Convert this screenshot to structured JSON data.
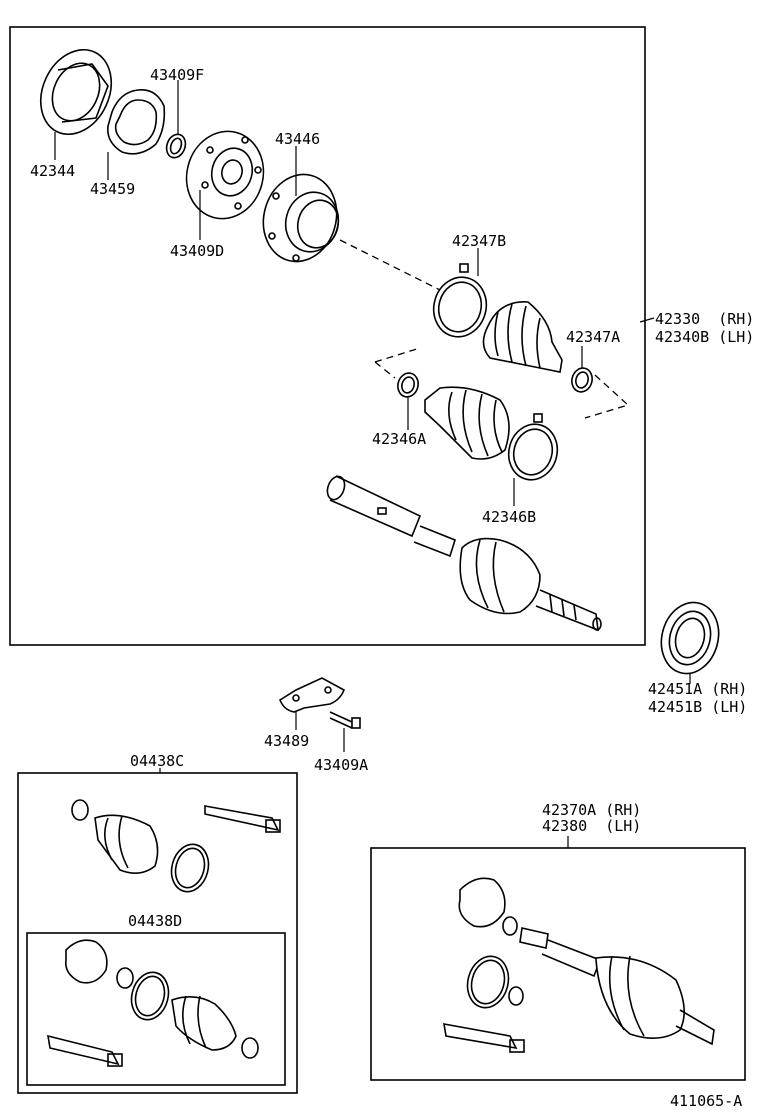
{
  "labels": {
    "p42344": "42344",
    "p43459": "43459",
    "p43409F": "43409F",
    "p43446": "43446",
    "p43409D": "43409D",
    "p42347B": "42347B",
    "p42330": "42330  (RH)",
    "p42340B": "42340B (LH)",
    "p42347A": "42347A",
    "p42346A": "42346A",
    "p42346B": "42346B",
    "p42451A": "42451A (RH)",
    "p42451B": "42451B (LH)",
    "p43489": "43489",
    "p43409A": "43409A",
    "p04438C": "04438C",
    "p04438D": "04438D",
    "p42370A": "42370A (RH)",
    "p42380": "42380  (LH)",
    "figure_id": "411065-A"
  }
}
